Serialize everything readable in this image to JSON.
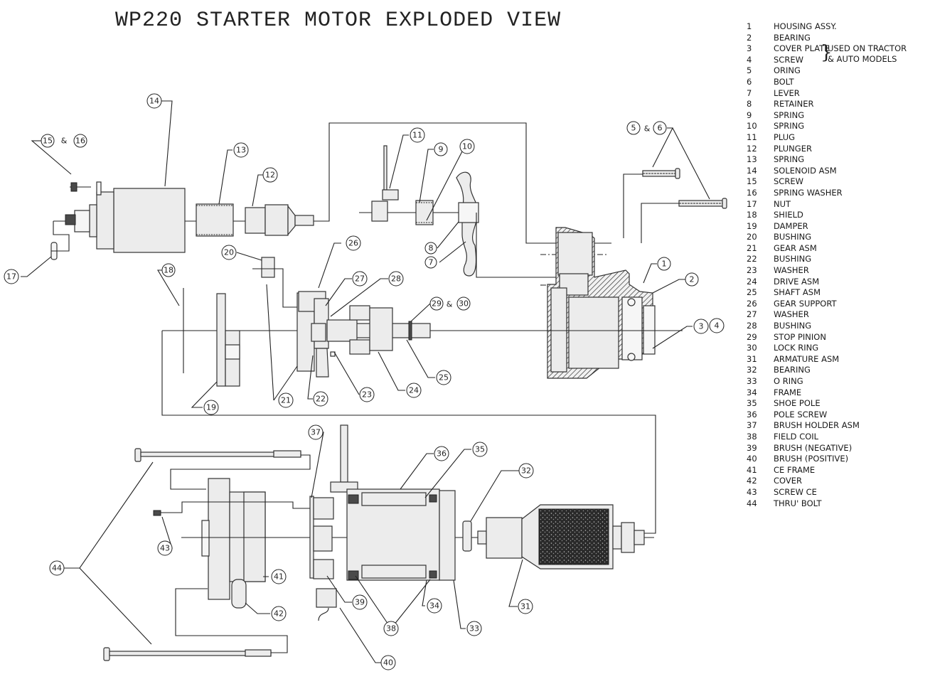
{
  "title": "WP220 STARTER MOTOR EXPLODED VIEW",
  "parts_list": [
    {
      "num": "1",
      "name": "HOUSING ASSY."
    },
    {
      "num": "2",
      "name": "BEARING"
    },
    {
      "num": "3",
      "name": "COVER PLATE"
    },
    {
      "num": "4",
      "name": "SCREW"
    },
    {
      "num": "5",
      "name": "ORING"
    },
    {
      "num": "6",
      "name": "BOLT"
    },
    {
      "num": "7",
      "name": "LEVER"
    },
    {
      "num": "8",
      "name": "RETAINER"
    },
    {
      "num": "9",
      "name": "SPRING"
    },
    {
      "num": "10",
      "name": "SPRING"
    },
    {
      "num": "11",
      "name": "PLUG"
    },
    {
      "num": "12",
      "name": "PLUNGER"
    },
    {
      "num": "13",
      "name": "SPRING"
    },
    {
      "num": "14",
      "name": "SOLENOID ASM"
    },
    {
      "num": "15",
      "name": "SCREW"
    },
    {
      "num": "16",
      "name": "SPRING WASHER"
    },
    {
      "num": "17",
      "name": "NUT"
    },
    {
      "num": "18",
      "name": "SHIELD"
    },
    {
      "num": "19",
      "name": "DAMPER"
    },
    {
      "num": "20",
      "name": "BUSHING"
    },
    {
      "num": "21",
      "name": "GEAR ASM"
    },
    {
      "num": "22",
      "name": "BUSHING"
    },
    {
      "num": "23",
      "name": "WASHER"
    },
    {
      "num": "24",
      "name": "DRIVE ASM"
    },
    {
      "num": "25",
      "name": "SHAFT ASM"
    },
    {
      "num": "26",
      "name": "GEAR SUPPORT"
    },
    {
      "num": "27",
      "name": "WASHER"
    },
    {
      "num": "28",
      "name": "BUSHING"
    },
    {
      "num": "29",
      "name": "STOP PINION"
    },
    {
      "num": "30",
      "name": "LOCK RING"
    },
    {
      "num": "31",
      "name": "ARMATURE ASM"
    },
    {
      "num": "32",
      "name": "BEARING"
    },
    {
      "num": "33",
      "name": "O RING"
    },
    {
      "num": "34",
      "name": "FRAME"
    },
    {
      "num": "35",
      "name": "SHOE POLE"
    },
    {
      "num": "36",
      "name": "POLE SCREW"
    },
    {
      "num": "37",
      "name": "BRUSH HOLDER ASM"
    },
    {
      "num": "38",
      "name": "FIELD COIL"
    },
    {
      "num": "39",
      "name": "BRUSH  (NEGATIVE)"
    },
    {
      "num": "40",
      "name": "BRUSH  (POSITIVE)"
    },
    {
      "num": "41",
      "name": "CE FRAME"
    },
    {
      "num": "42",
      "name": "COVER"
    },
    {
      "num": "43",
      "name": "SCREW CE"
    },
    {
      "num": "44",
      "name": "THRU' BOLT"
    }
  ],
  "parts_note": {
    "line1": "USED ON TRACTOR",
    "line2": "& AUTO MODELS",
    "applies_to": [
      "3",
      "4"
    ]
  },
  "callouts": {
    "c1": "1",
    "c2": "2",
    "c3": "3",
    "c4": "4",
    "c5": "5",
    "c6": "6",
    "c7": "7",
    "c8": "8",
    "c9": "9",
    "c10": "10",
    "c11": "11",
    "c12": "12",
    "c13": "13",
    "c14": "14",
    "c15": "15",
    "c16": "16",
    "c17": "17",
    "c18": "18",
    "c19": "19",
    "c20": "20",
    "c21": "21",
    "c22": "22",
    "c23": "23",
    "c24": "24",
    "c25": "25",
    "c26": "26",
    "c27": "27",
    "c28": "28",
    "c29": "29",
    "c30": "30",
    "c31": "31",
    "c32": "32",
    "c33": "33",
    "c34": "34",
    "c35": "35",
    "c36": "36",
    "c37": "37",
    "c38": "38",
    "c39": "39",
    "c40": "40",
    "c41": "41",
    "c42": "42",
    "c43": "43",
    "c44": "44",
    "amp": "&"
  }
}
